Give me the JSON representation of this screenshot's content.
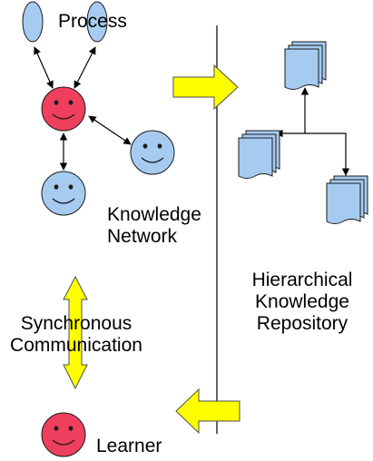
{
  "labels": {
    "process": "Process",
    "knowledge_network": [
      "Knowledge",
      "Network"
    ],
    "repository": [
      "Hierarchical",
      "Knowledge",
      "Repository"
    ],
    "sync_comm": [
      "Synchronous",
      "Communication"
    ],
    "learner": "Learner"
  },
  "colors": {
    "red_face": "#ef3f5e",
    "blue_face": "#a6cbf0",
    "face_stroke": "#1a1a1a",
    "doc_fill": "#a6cbf0",
    "arrow_yellow": "#ffff00",
    "line": "#000000"
  }
}
